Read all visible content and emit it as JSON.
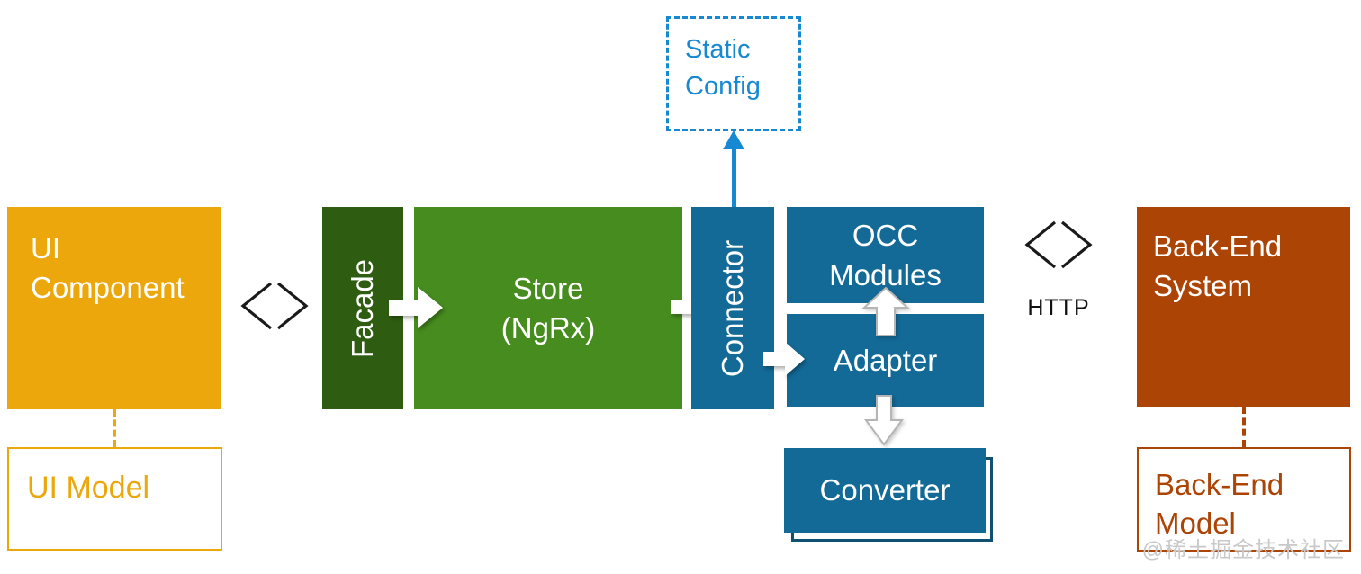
{
  "diagram": {
    "title_hint": "Spartacus storefront data-flow architecture diagram",
    "nodes": {
      "ui_component": {
        "label": "UI\nComponent"
      },
      "ui_model": {
        "label": "UI Model"
      },
      "facade": {
        "label": "Facade"
      },
      "store": {
        "label": "Store\n(NgRx)"
      },
      "connector": {
        "label": "Connector"
      },
      "static_config": {
        "label": "Static\nConfig"
      },
      "occ_modules": {
        "label": "OCC\nModules"
      },
      "adapter": {
        "label": "Adapter"
      },
      "converter": {
        "label": "Converter"
      },
      "backend_system": {
        "label": "Back-End\nSystem"
      },
      "backend_model": {
        "label": "Back-End\nModel"
      }
    },
    "labels": {
      "http": "HTTP"
    },
    "watermark": "@稀土掘金技术社区",
    "colors": {
      "yellow": "#EBA70B",
      "dark-green": "#2E5C10",
      "green": "#478C1E",
      "blue": "#136A97",
      "blue-dark": "#0E5170",
      "light-blue": "#1789D3",
      "rust": "#AC4406",
      "watermark": "#c9c9c9"
    }
  }
}
